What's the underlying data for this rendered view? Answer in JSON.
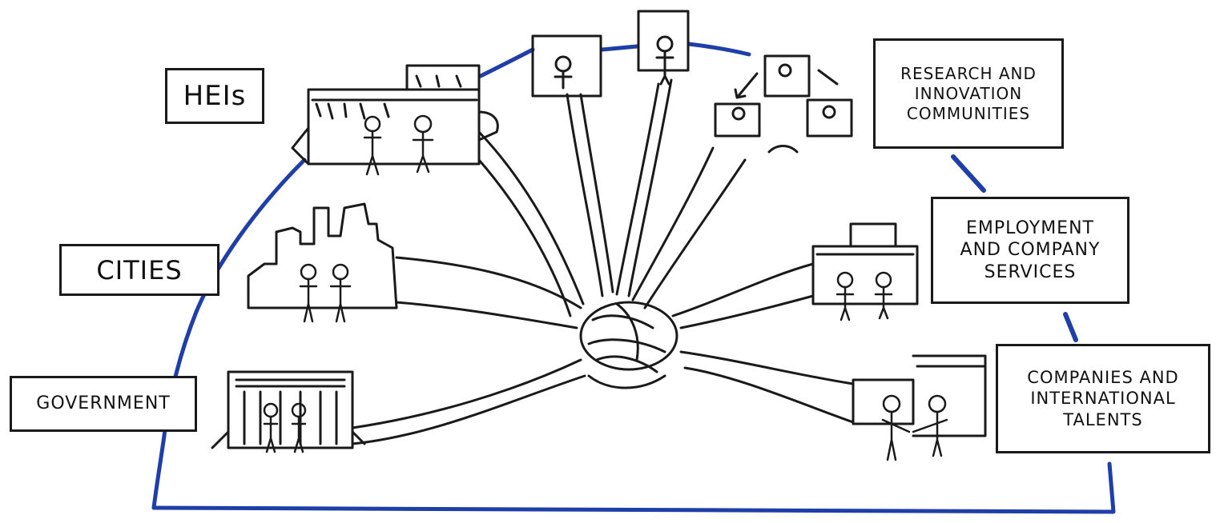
{
  "labels": {
    "heis": "HEIs",
    "cities": "CITIES",
    "government": "GOVERNMENT",
    "research": "RESEARCH AND\nINNOVATION\nCOMMUNITIES",
    "employment": "EMPLOYMENT\nAND COMPANY\nSERVICES",
    "companies": "COMPANIES AND\nINTERNATIONAL\nTALENTS"
  },
  "colors": {
    "ink": "#1a1a1a",
    "frame": "#1f3fa8",
    "background": "#ffffff"
  }
}
